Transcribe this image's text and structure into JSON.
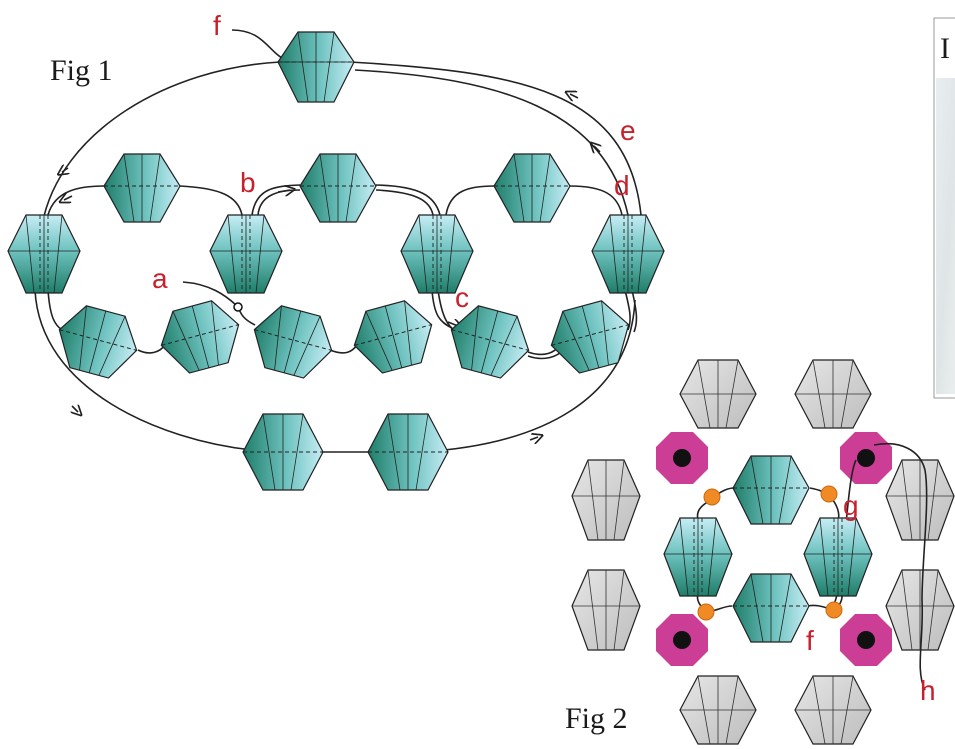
{
  "figure1": {
    "title": "Fig 1",
    "labels": [
      "a",
      "b",
      "c",
      "d",
      "e",
      "f"
    ]
  },
  "figure2": {
    "title": "Fig 2",
    "labels": [
      "g",
      "f",
      "h"
    ]
  },
  "photo": {
    "caption_fragment": "I"
  },
  "colors": {
    "teal_dark": "#1f7d69",
    "teal_light": "#bfe9f2",
    "gray_bead": "#d4d4d4",
    "magenta": "#cc3d96",
    "orange": "#f08a24",
    "label_red": "#c8202c"
  }
}
